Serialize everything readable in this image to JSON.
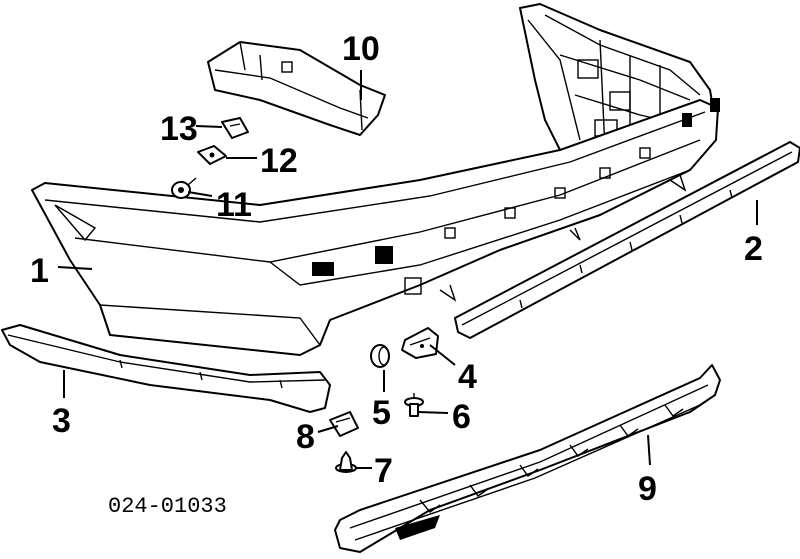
{
  "diagram_code": "024-01033",
  "callouts": [
    {
      "id": "callout-1",
      "label": "1"
    },
    {
      "id": "callout-2",
      "label": "2"
    },
    {
      "id": "callout-3",
      "label": "3"
    },
    {
      "id": "callout-4",
      "label": "4"
    },
    {
      "id": "callout-5",
      "label": "5"
    },
    {
      "id": "callout-6",
      "label": "6"
    },
    {
      "id": "callout-7",
      "label": "7"
    },
    {
      "id": "callout-8",
      "label": "8"
    },
    {
      "id": "callout-9",
      "label": "9"
    },
    {
      "id": "callout-10",
      "label": "10"
    },
    {
      "id": "callout-11",
      "label": "11"
    },
    {
      "id": "callout-12",
      "label": "12"
    },
    {
      "id": "callout-13",
      "label": "13"
    }
  ]
}
